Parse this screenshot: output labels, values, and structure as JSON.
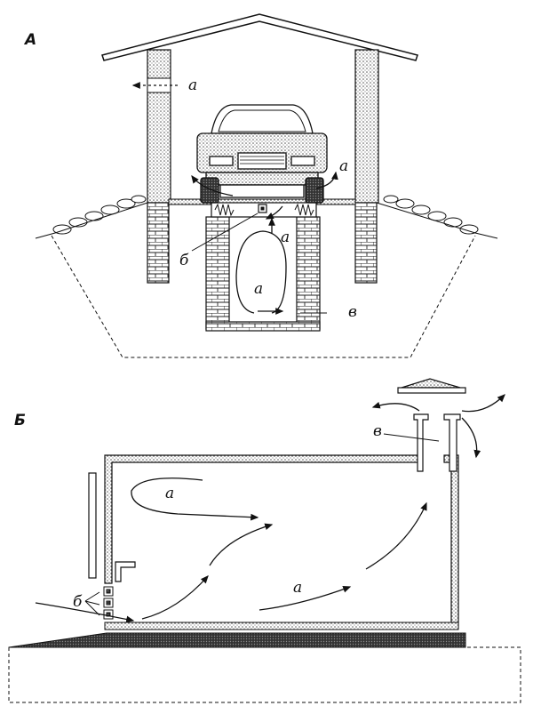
{
  "panels": {
    "top": {
      "panel_label": "А",
      "labels": {
        "a_wall": "а",
        "a_car": "а",
        "a_pit_up": "а",
        "a_pit_loop": "а",
        "b_vent": "б",
        "v_pit": "в"
      }
    },
    "bottom": {
      "panel_label": "Б",
      "labels": {
        "a_top": "а",
        "a_floor": "а",
        "b_vents": "б",
        "v_pipes": "в"
      }
    }
  },
  "colors": {
    "ink": "#1a1a1a",
    "stipple": "#9a9a9a",
    "paper": "#ffffff"
  }
}
